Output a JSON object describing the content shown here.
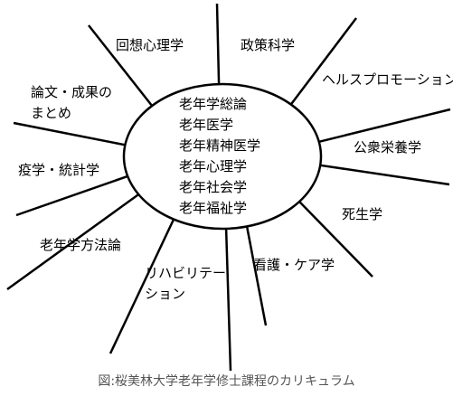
{
  "center": {
    "items": [
      "老年学総論",
      "老年医学",
      "老年精神医学",
      "老年心理学",
      "老年社会学",
      "老年福祉学"
    ]
  },
  "fields": {
    "kaiso": "回想心理学",
    "seisaku": "政策科学",
    "health": "ヘルスプロモーション",
    "eiyo": "公衆栄養学",
    "shisei": "死生学",
    "kango": "看護・ケア学",
    "riha_1": "リハビリテー",
    "riha_2": "ション",
    "hoho": "老年学方法論",
    "ekigaku": "疫学・統計学",
    "ronbun_1": "論文・成果の",
    "ronbun_2": "まとめ"
  },
  "caption": "図:桜美林大学老年学修士課程のカリキュラム"
}
